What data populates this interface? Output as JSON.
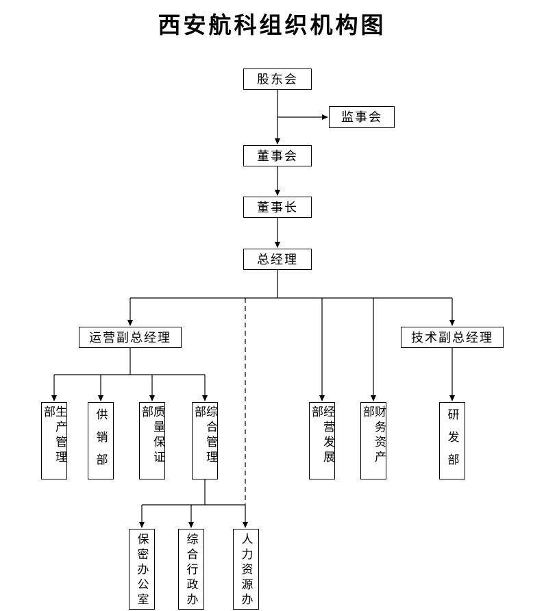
{
  "title": "西安航科组织机构图",
  "nodes": {
    "shareholders": {
      "label": "股东会"
    },
    "supervisory": {
      "label": "监事会"
    },
    "board": {
      "label": "董事会"
    },
    "chairman": {
      "label": "董事长"
    },
    "general_manager": {
      "label": "总经理"
    },
    "ops_deputy_gm": {
      "label": "运营副总经理"
    },
    "tech_deputy_gm": {
      "label": "技术副总经理"
    },
    "production_mgmt": {
      "label": "生产管理部"
    },
    "supply_sales": {
      "label": "供销部"
    },
    "quality_assurance": {
      "label": "质量保证部"
    },
    "general_mgmt": {
      "label": "综合管理部"
    },
    "business_dev": {
      "label": "经营发展部"
    },
    "finance_assets": {
      "label": "财务资产部"
    },
    "rnd": {
      "label": "研发部"
    },
    "confidentiality_office": {
      "label": "保密办公室"
    },
    "admin_office": {
      "label": "综合行政办"
    },
    "hr_office": {
      "label": "人力资源办"
    }
  },
  "colors": {
    "line": "#000000",
    "box_border": "#000000",
    "box_background": "#ffffff",
    "text": "#000000"
  },
  "line_styles": {
    "solid_relationship": "solid",
    "dotted_relationship": "dashed"
  }
}
